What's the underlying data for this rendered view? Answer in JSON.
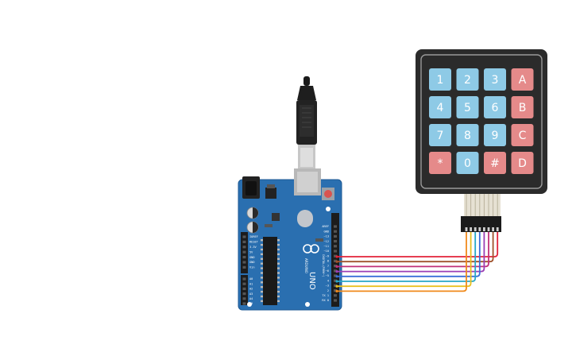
{
  "keypad": {
    "rows": [
      [
        {
          "label": "1",
          "kind": "digit"
        },
        {
          "label": "2",
          "kind": "digit"
        },
        {
          "label": "3",
          "kind": "digit"
        },
        {
          "label": "A",
          "kind": "letter"
        }
      ],
      [
        {
          "label": "4",
          "kind": "digit"
        },
        {
          "label": "5",
          "kind": "digit"
        },
        {
          "label": "6",
          "kind": "digit"
        },
        {
          "label": "B",
          "kind": "letter"
        }
      ],
      [
        {
          "label": "7",
          "kind": "digit"
        },
        {
          "label": "8",
          "kind": "digit"
        },
        {
          "label": "9",
          "kind": "digit"
        },
        {
          "label": "C",
          "kind": "letter"
        }
      ],
      [
        {
          "label": "*",
          "kind": "letter"
        },
        {
          "label": "0",
          "kind": "digit"
        },
        {
          "label": "#",
          "kind": "letter"
        },
        {
          "label": "D",
          "kind": "letter"
        }
      ]
    ],
    "pin_count": 8
  },
  "arduino": {
    "brand": "ARDUINO",
    "model": "UNO",
    "header_labels": [
      "AREF",
      "GND",
      "~13",
      "~12",
      "~11",
      "~10",
      "~9",
      "8",
      "7",
      "~6",
      "~5",
      "4",
      "~3",
      "2",
      "TX 1",
      "RX 0"
    ],
    "power_labels": [
      "IOREF",
      "RESET",
      "3.3V",
      "5V",
      "GND",
      "GND",
      "Vin"
    ],
    "analog_labels": [
      "A0",
      "A1",
      "A2",
      "A3",
      "A4",
      "A5"
    ],
    "digital_label": "DIGITAL (PWM~)"
  },
  "wires": [
    {
      "color": "#e2233a"
    },
    {
      "color": "#a0522d"
    },
    {
      "color": "#c0307a"
    },
    {
      "color": "#9b3fb5"
    },
    {
      "color": "#3a6fd8"
    },
    {
      "color": "#27a8c8"
    },
    {
      "color": "#e8c020"
    },
    {
      "color": "#f08a1c"
    }
  ],
  "colors": {
    "digit_key": "#8ecae6",
    "letter_key": "#e58a8a",
    "board": "#2a6fb0",
    "keypad_body": "#2b2b2b"
  }
}
